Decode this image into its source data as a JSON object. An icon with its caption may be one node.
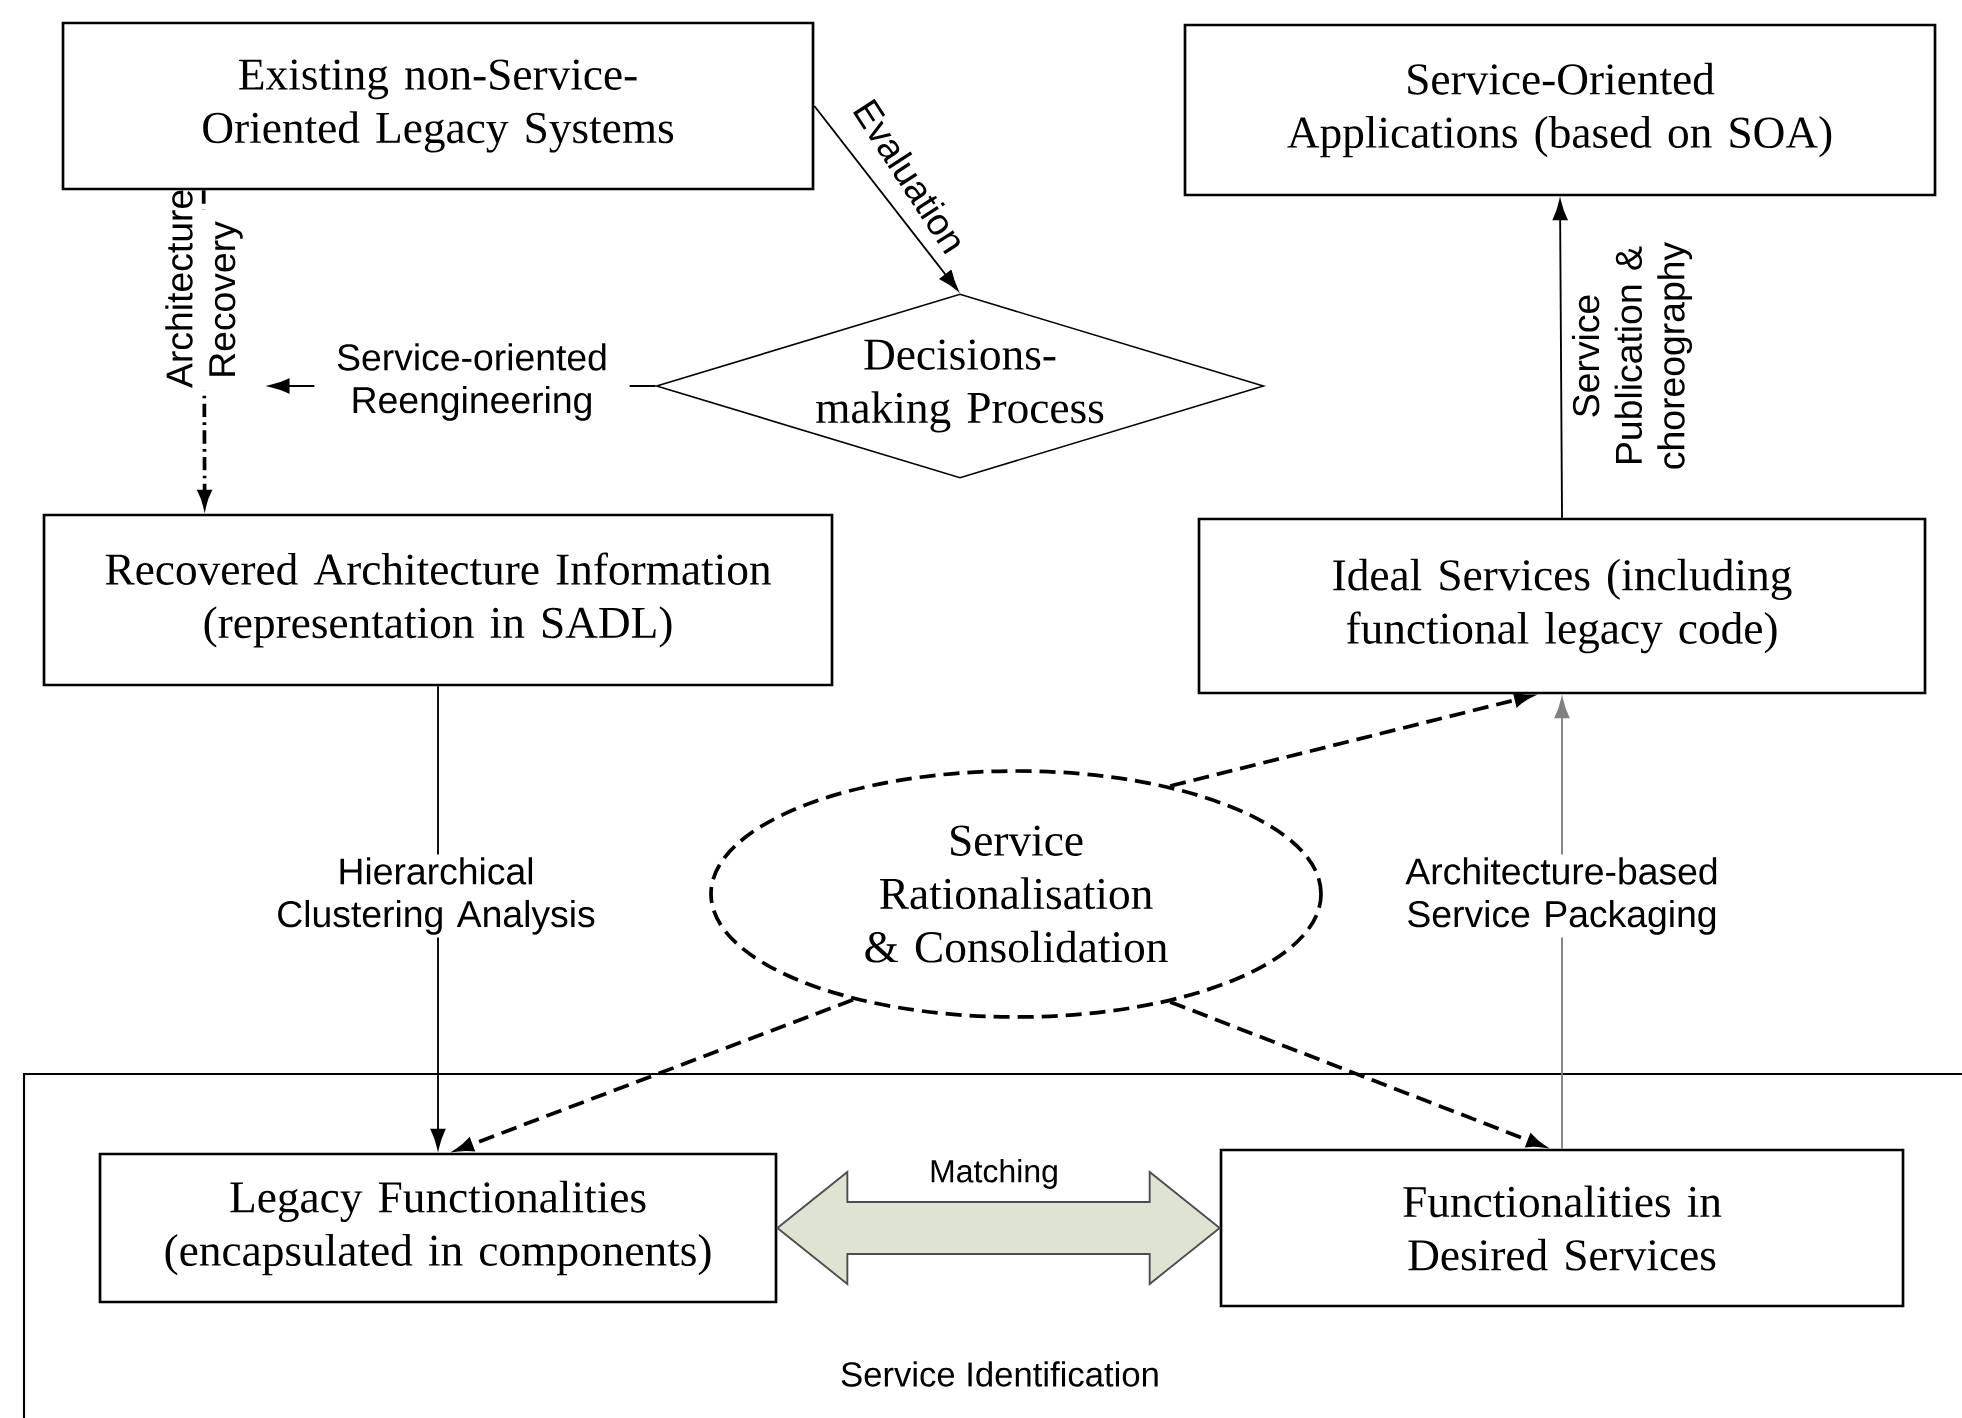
{
  "diagram": {
    "nodes": [
      {
        "text": [
          "Existing non-Service-Oriented Legacy Systems"
        ]
      },
      {
        "text": [
          "Service-Oriented Applications (based on SOA)"
        ]
      },
      {
        "text": [
          "Decisions-making Process"
        ]
      },
      {
        "text": [
          "Recovered Architecture Information (representation in SADL)"
        ]
      },
      {
        "text": [
          "Ideal Services (including functional legacy code)"
        ]
      },
      {
        "text": [
          "Service Rationalisation & Consolidation"
        ]
      },
      {
        "text": [
          "Service Identification"
        ]
      },
      {
        "text": [
          "Legacy Functionalities (encapsulated in components)"
        ],
        "in": 6
      },
      {
        "text": [
          "Functionalities in Desired Services"
        ],
        "in": 6
      }
    ],
    "edges": [
      {
        "from": 0,
        "to": 3,
        "arrow": "to",
        "label": "Architecture Recovery",
        "style": "dashed"
      },
      {
        "from": 0,
        "to": 2,
        "arrow": "to",
        "label": "Evaluation"
      },
      {
        "from": 2,
        "to": null,
        "arrow": "to",
        "label": "Service-oriented Reengineering"
      },
      {
        "from": 4,
        "to": 1,
        "arrow": "to",
        "label": "Service Publication & choreography"
      },
      {
        "from": 3,
        "to": 7,
        "arrow": "to",
        "label": "Hierarchical Clustering Analysis"
      },
      {
        "from": 5,
        "to": 4,
        "arrow": "to",
        "style": "dashed"
      },
      {
        "from": 5,
        "to": 7,
        "arrow": "to",
        "style": "dashed"
      },
      {
        "from": 5,
        "to": 8,
        "arrow": "to",
        "style": "dashed"
      },
      {
        "from": 8,
        "to": 4,
        "arrow": "to",
        "label": "Architecture-based Service Packaging",
        "color": "#808080"
      },
      {
        "from": 7,
        "to": 8,
        "arrow": "both",
        "label": "Matching",
        "style": "thick",
        "color": "#dfe4d2"
      }
    ]
  }
}
